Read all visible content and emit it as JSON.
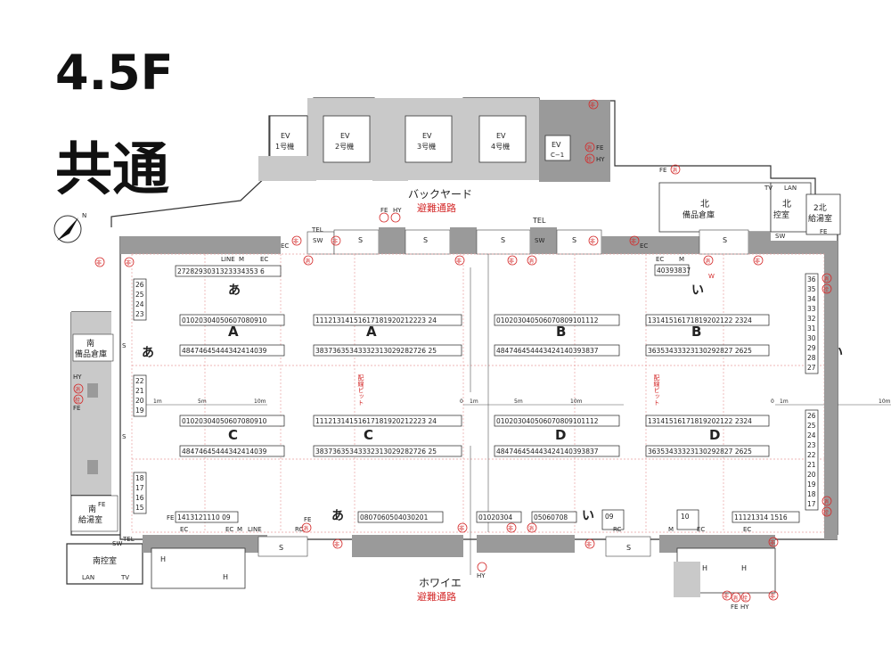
{
  "title": {
    "floor": "4.5F",
    "kanji": "共通"
  },
  "labels": {
    "backyard": "バックヤード",
    "evac": "避難通路",
    "foyer": "ホワイエ",
    "north_storage": "北\n備品倉庫",
    "north_control": "北\n控室",
    "north_kyuto": "2北\n給湯室",
    "south_storage": "南\n備品倉庫",
    "south_kyuto": "南\n給湯室",
    "south_control": "南控室",
    "elevators": [
      {
        "name": "EV",
        "sub": "1号機"
      },
      {
        "name": "EV",
        "sub": "2号機"
      },
      {
        "name": "EV",
        "sub": "3号機"
      },
      {
        "name": "EV",
        "sub": "4号機"
      },
      {
        "name": "EV",
        "sub": "C−1"
      }
    ],
    "haisen": "配線ピット",
    "hi": "非",
    "shou": "消",
    "sen": "栓",
    "tel": "TEL",
    "sw": "SW",
    "ec": "EC",
    "rc": "RC",
    "fe": "FE",
    "hy": "HY",
    "tv": "TV",
    "lan": "LAN",
    "line": "LINE",
    "m": "M",
    "s": "S",
    "h": "H",
    "w": "W",
    "scale": {
      "z": "0",
      "a": "1m",
      "b": "5m",
      "c": "10m"
    }
  },
  "hall_letters": {
    "a_top_left": "あ",
    "a_left": "あ",
    "a_bottom": "あ",
    "i_top_right": "い",
    "i_right": "い",
    "i_bottom": "い",
    "A1": "A",
    "A2": "A",
    "B1": "B",
    "B2": "B",
    "C1": "C",
    "C2": "C",
    "D1": "D",
    "D2": "D"
  },
  "booths": {
    "top_a": "2728293031323334353 6",
    "row_A1_top": "01020304050607080910",
    "row_A1_bot": "48474645444342414039",
    "row_A2_top": "11121314151617181920212223 24",
    "row_A2_bot": "38373635343332313029282726 25",
    "row_B1_top": "010203040506070809101112",
    "row_B1_bot": "484746454443424140393837",
    "row_B2_top": "13141516171819202122 2324",
    "row_B2_bot": "36353433323130292827 2625",
    "row_C1_top": "01020304050607080910",
    "row_C1_bot": "48474645444342414039",
    "row_C2_top": "11121314151617181920212223 24",
    "row_C2_bot": "38373635343332313029282726 25",
    "row_D1_top": "010203040506070809101112",
    "row_D1_bot": "484746454443424140393837",
    "row_D2_top": "13141516171819202122 2324",
    "row_D2_bot": "36353433323130292827 2625",
    "left_col_top": [
      "26",
      "25",
      "24",
      "23"
    ],
    "left_col_mid": [
      "22",
      "21",
      "20",
      "19"
    ],
    "left_col_bot": [
      "18",
      "17",
      "16",
      "15"
    ],
    "bottom_left": "1413121110 09",
    "bottom_a": "0807060504030201",
    "bottom_i1": "01020304",
    "bottom_i2": "05060708",
    "bottom_09": "09",
    "bottom_10": "10",
    "bottom_right": "11121314 1516",
    "top_i": "40393837",
    "right_col_top": [
      "36",
      "35",
      "34",
      "33",
      "32",
      "31",
      "30",
      "29",
      "28",
      "27"
    ],
    "right_col_bot": [
      "26",
      "25",
      "24",
      "23",
      "22",
      "21",
      "20",
      "19",
      "18",
      "17"
    ]
  }
}
